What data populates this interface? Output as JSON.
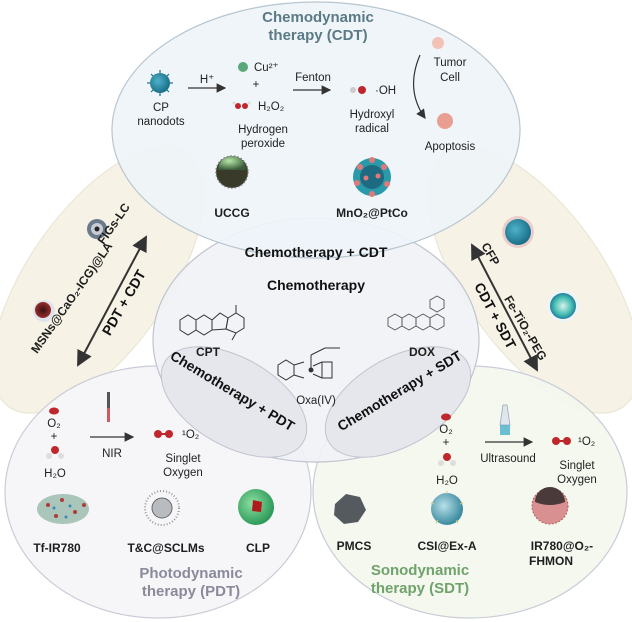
{
  "diagram": {
    "cdt": {
      "title_line1": "Chemodynamic",
      "title_line2": "therapy (CDT)",
      "cp_line1": "CP",
      "cp_line2": "nanodots",
      "h_plus": "H⁺",
      "cu": "Cu²⁺",
      "plus": "+",
      "h2o2": "H₂O₂",
      "hp_line1": "Hydrogen",
      "hp_line2": "peroxide",
      "fenton": "Fenton",
      "oh": "·OH",
      "hr_line1": "Hydroxyl",
      "hr_line2": "radical",
      "tumor_line1": "Tumor",
      "tumor_line2": "Cell",
      "apoptosis": "Apoptosis",
      "materials": [
        "UCCG",
        "MnO₂@PtCo"
      ]
    },
    "chemo": {
      "title": "Chemotherapy",
      "drugs": [
        "CPT",
        "Oxa(IV)",
        "DOX"
      ]
    },
    "pdt": {
      "title_line1": "Photodynamic",
      "title_line2": "therapy (PDT)",
      "o2": "O₂",
      "plus": "+",
      "h2o": "H₂O",
      "nir": "NIR",
      "singlet_o2": "¹O₂",
      "so_line1": "Singlet",
      "so_line2": "Oxygen",
      "materials": [
        "Tf-IR780",
        "T&C@SCLMs",
        "CLP"
      ]
    },
    "sdt": {
      "title_line1": "Sonodynamic",
      "title_line2": "therapy (SDT)",
      "o2": "O₂",
      "plus": "+",
      "h2o": "H₂O",
      "ultrasound": "Ultrasound",
      "singlet_o2": "¹O₂",
      "so_line1": "Singlet",
      "so_line2": "Oxygen",
      "materials": [
        "PMCS",
        "CSI@Ex-A",
        "IR780@O₂-",
        "FHMON"
      ]
    },
    "combos": {
      "chemo_cdt": "Chemotherapy + CDT",
      "chemo_pdt": "Chemotherapy + PDT",
      "chemo_sdt": "Chemotherapy + SDT",
      "pdt_cdt": "PDT + CDT",
      "cdt_sdt": "CDT + SDT"
    },
    "pdt_cdt_materials": [
      "FIGs-LC",
      "MSNs@CaO₂-ICG)@LA"
    ],
    "cdt_sdt_materials": [
      "CFP",
      "Fe-TiO₂-PEG"
    ],
    "colors": {
      "cdt_fill": "#eef4f8",
      "chemo_fill": "#f1f2f6",
      "pdt_fill": "#f5f5f8",
      "sdt_fill": "#f3f7ee",
      "combo_fill": "#f6f3e6",
      "cdt_title": "#5b7a86",
      "pdt_title": "#8a8a9a",
      "sdt_title": "#6fa36b"
    }
  }
}
